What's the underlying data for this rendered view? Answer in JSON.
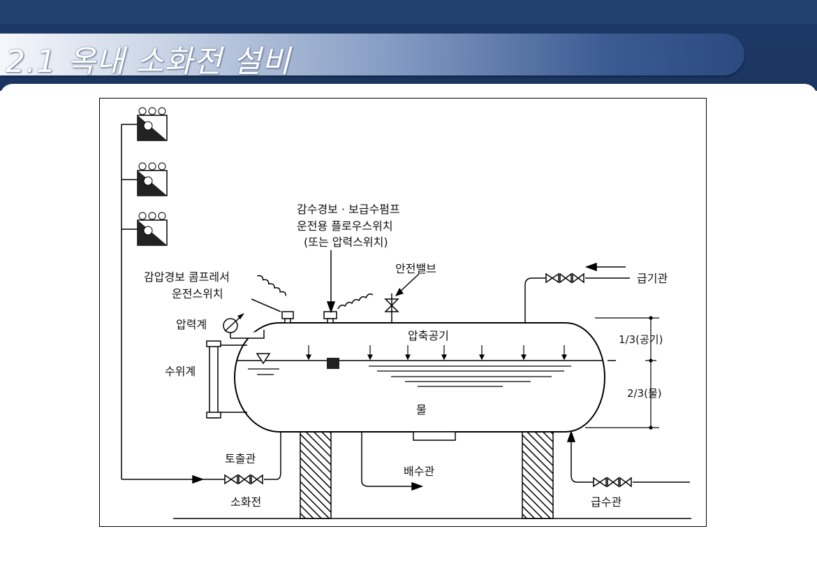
{
  "slide": {
    "title": "2.1 옥내 소화전 설비"
  },
  "diagram": {
    "labels": {
      "float_switch_line1": "감수경보 · 보급수펌프",
      "float_switch_line2": "운전용 플로우스위치",
      "float_switch_line3": "(또는 압력스위치)",
      "safety_valve": "안전밸브",
      "pressure_switch_line1": "감압경보  콤프레서",
      "pressure_switch_line2": "운전스위치",
      "air_supply_pipe": "급기관",
      "pressure_gauge": "압력계",
      "compressed_air": "압축공기",
      "air_ratio": "1/3(공기)",
      "water_ratio": "2/3(물)",
      "water_level_gauge": "수위계",
      "water": "물",
      "discharge_pipe": "토출관",
      "drain_pipe": "배수관",
      "hydrant": "소화전",
      "water_supply_pipe": "급수관"
    }
  }
}
